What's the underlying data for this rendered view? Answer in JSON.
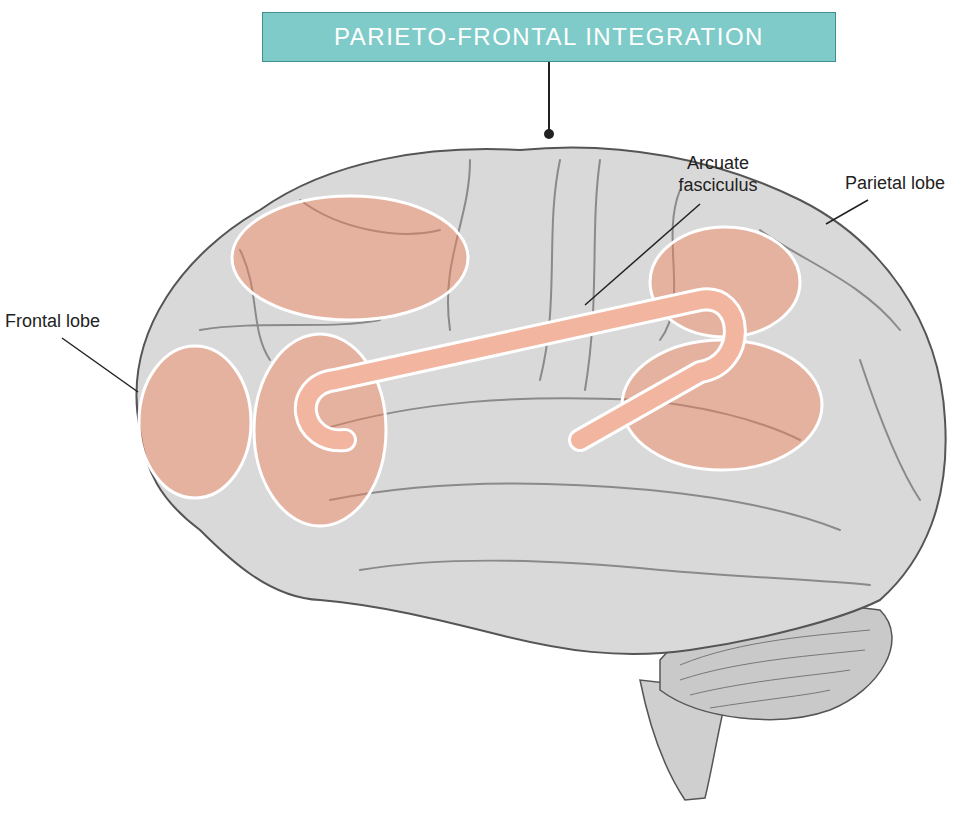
{
  "diagram": {
    "title": "PARIETO-FRONTAL INTEGRATION",
    "labels": [
      "Arcuate fasciculus",
      "Parietal lobe",
      "Frontal lobe"
    ]
  }
}
